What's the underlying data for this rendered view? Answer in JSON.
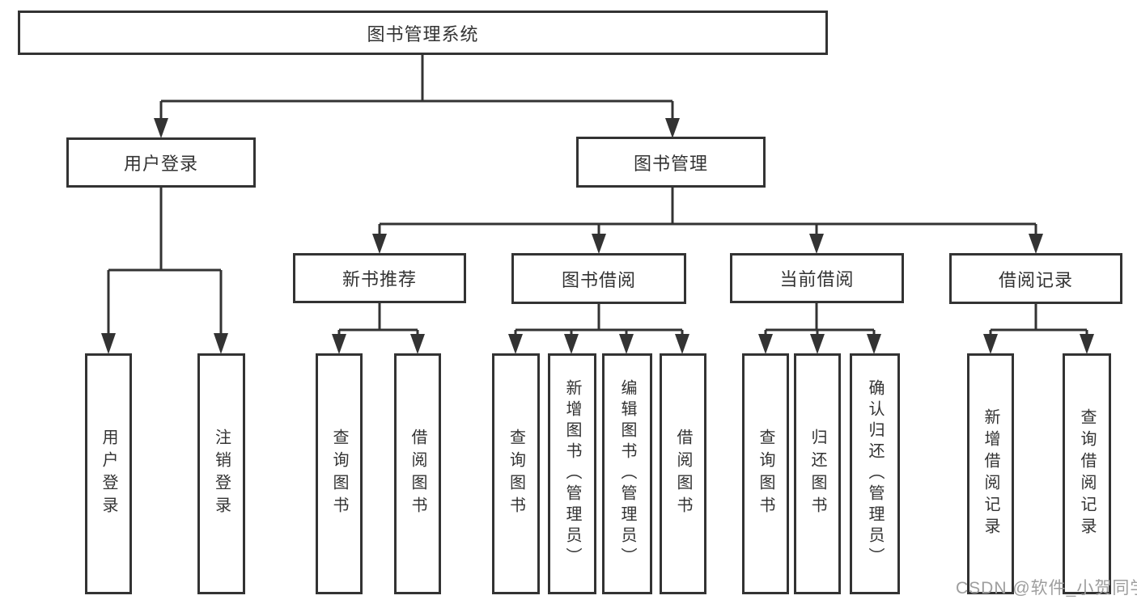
{
  "diagram": {
    "root": {
      "label": "图书管理系统"
    },
    "level2": {
      "user_login": {
        "label": "用户登录"
      },
      "book_management": {
        "label": "图书管理"
      }
    },
    "level3": {
      "new_book_recommend": {
        "label": "新书推荐"
      },
      "book_borrow": {
        "label": "图书借阅"
      },
      "current_borrow": {
        "label": "当前借阅"
      },
      "borrow_record": {
        "label": "借阅记录"
      }
    },
    "leaves": {
      "user_login": {
        "label": "用户登录"
      },
      "logout": {
        "label": "注销登录"
      },
      "query_book_recommend": {
        "label": "查询图书"
      },
      "borrow_book_recommend": {
        "label": "借阅图书"
      },
      "query_book_borrow": {
        "label": "查询图书"
      },
      "add_book_admin": {
        "label": "新增图书（管理员）"
      },
      "edit_book_admin": {
        "label": "编辑图书（管理员）"
      },
      "borrow_book_borrow": {
        "label": "借阅图书"
      },
      "query_book_current": {
        "label": "查询图书"
      },
      "return_book": {
        "label": "归还图书"
      },
      "confirm_return_admin": {
        "label": "确认归还（管理员）"
      },
      "add_borrow_record": {
        "label": "新增借阅记录"
      },
      "query_borrow_record": {
        "label": "查询借阅记录"
      }
    },
    "watermark": "CSDN @软件_小贺同学",
    "colors": {
      "line": "#333333",
      "text": "#333333",
      "watermark": "#9e9e9e",
      "background": "#ffffff"
    }
  }
}
